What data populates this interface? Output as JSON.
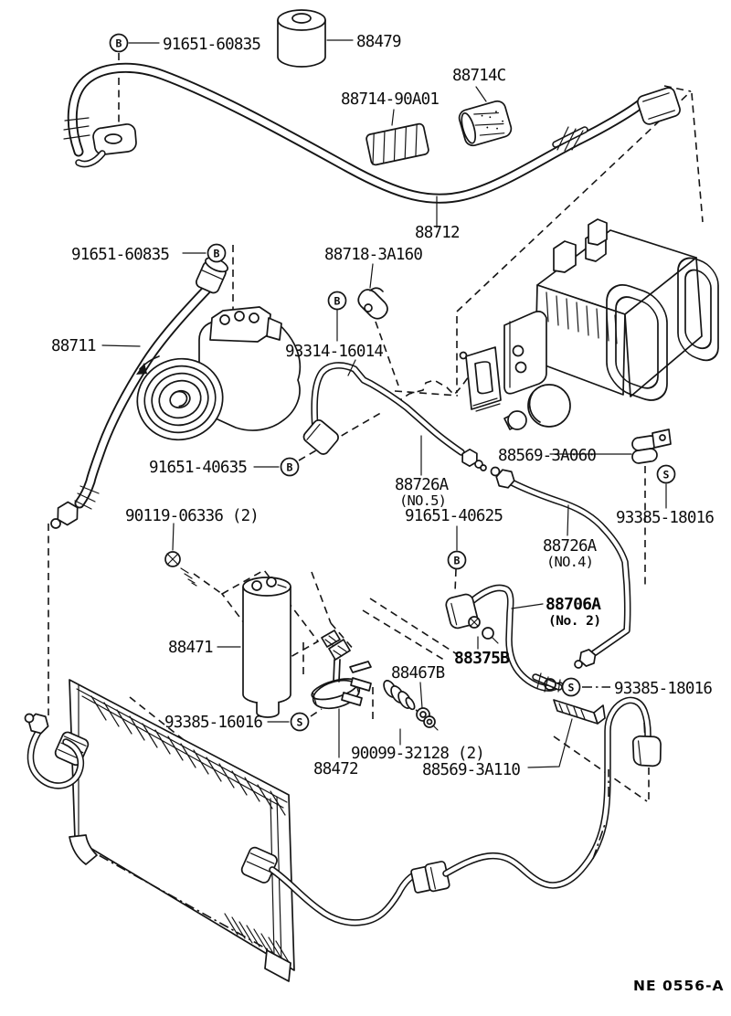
{
  "diagram": {
    "sheet_code": "NE 0556-A",
    "symbols": {
      "bolt": "B",
      "screw": "S"
    },
    "labels": {
      "bolt_top": "91651-60835",
      "receiver_cap": "88479",
      "grommet_c": "88714C",
      "tube_insulator": "88714-90A01",
      "discharge_hose": "88712",
      "bolt_left": "91651-60835",
      "clamp_3a160": "88718-3A160",
      "suction_hose": "88711",
      "suction_tube": "93314-16014",
      "bolt_40635": "91651-40635",
      "tube_no5": "88726A",
      "tube_no5_sub": "(NO.5)",
      "clamp_3a060": "88569-3A060",
      "screw_18016_upper": "93385-18016",
      "bolt_06336": "90119-06336 (2)",
      "bolt_40625": "91651-40625",
      "tube_no4": "88726A",
      "tube_no4_sub": "(NO.4)",
      "tube_no2": "88706A",
      "tube_no2_sub": "(No. 2)",
      "valve_88375b": "88375B",
      "pad_88467b": "88467B",
      "receiver_88471": "88471",
      "screw_16016": "93385-16016",
      "grommet_32128": "90099-32128 (2)",
      "clamp_88472": "88472",
      "stay_3a110": "88569-3A110",
      "screw_18016_lower": "93385-18016"
    }
  }
}
